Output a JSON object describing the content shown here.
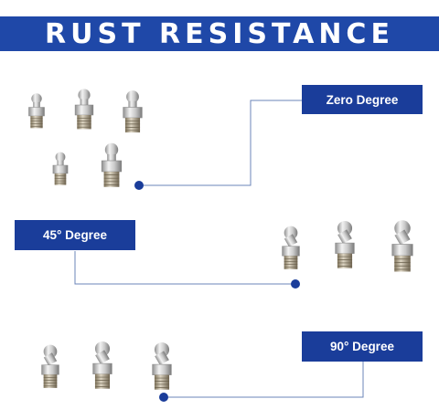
{
  "banner": {
    "title": "RUST RESISTANCE"
  },
  "labels": {
    "zero": "Zero Degree",
    "forty_five": "45° Degree",
    "ninety": "90° Degree"
  },
  "colors": {
    "banner": "#1f48a8",
    "label_box": "#1a3d9a",
    "connector_line": "#6b84b8",
    "connector_dot": "#1a3d9a",
    "metal_light": "#e6e6e6",
    "metal_dark": "#8a7a5a"
  },
  "products": {
    "zero_degree_count": 5,
    "forty_five_degree_count": 3,
    "ninety_degree_count": 3
  }
}
